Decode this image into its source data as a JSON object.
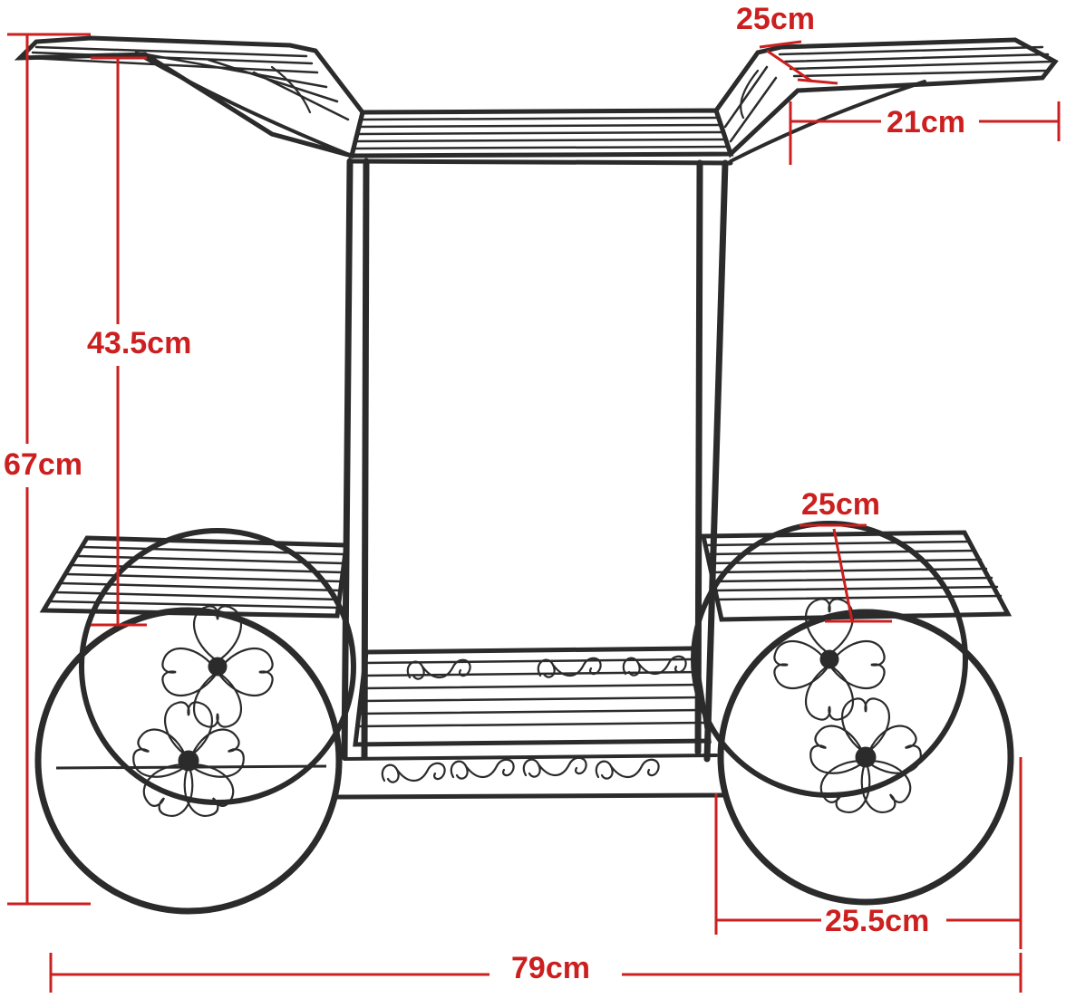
{
  "colors": {
    "metal": "#2b2b2b",
    "dimension": "#cc1f1f",
    "background": "#ffffff"
  },
  "dimensions": {
    "total_height": "67cm",
    "top_height": "43.5cm",
    "top_shelf_depth": "25cm",
    "top_shelf_width": "21cm",
    "lower_shelf_depth": "25cm",
    "wheel_width": "25.5cm",
    "total_width": "79cm"
  }
}
